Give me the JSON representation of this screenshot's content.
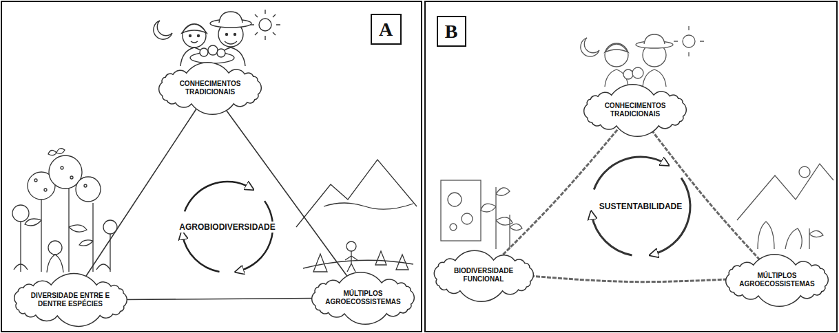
{
  "diagram": {
    "nodes": [
      {
        "text": [
          "A"
        ]
      },
      {
        "text": [
          "CONHECIMENTOS TRADICIONAIS"
        ]
      },
      {
        "text": [
          "DIVERSIDADE ENTRE E DENTRE ESPÉCIES"
        ]
      },
      {
        "text": [
          "MÚLTIPLOS AGROECOSSISTEMAS"
        ]
      },
      {
        "text": [
          "B"
        ]
      },
      {
        "text": [
          "CONHECIMENTOS TRADICIONAIS"
        ]
      },
      {
        "text": [
          "BIODIVERSIDADE FUNCIONAL"
        ]
      },
      {
        "text": [
          "MÚLTIPLOS AGROECOSSISTEMAS"
        ]
      }
    ],
    "edges": [
      {
        "from": 1,
        "to": 2,
        "arrow": "none"
      },
      {
        "from": 1,
        "to": 3,
        "arrow": "none"
      },
      {
        "from": 2,
        "to": 3,
        "arrow": "none"
      },
      {
        "from": 5,
        "to": 6,
        "arrow": "none"
      },
      {
        "from": 5,
        "to": 7,
        "arrow": "none"
      },
      {
        "from": 6,
        "to": 7,
        "arrow": "none"
      }
    ],
    "labels": [
      "AGROBIODIVERSIDADE",
      "SUSTENTABILIDADE"
    ]
  }
}
